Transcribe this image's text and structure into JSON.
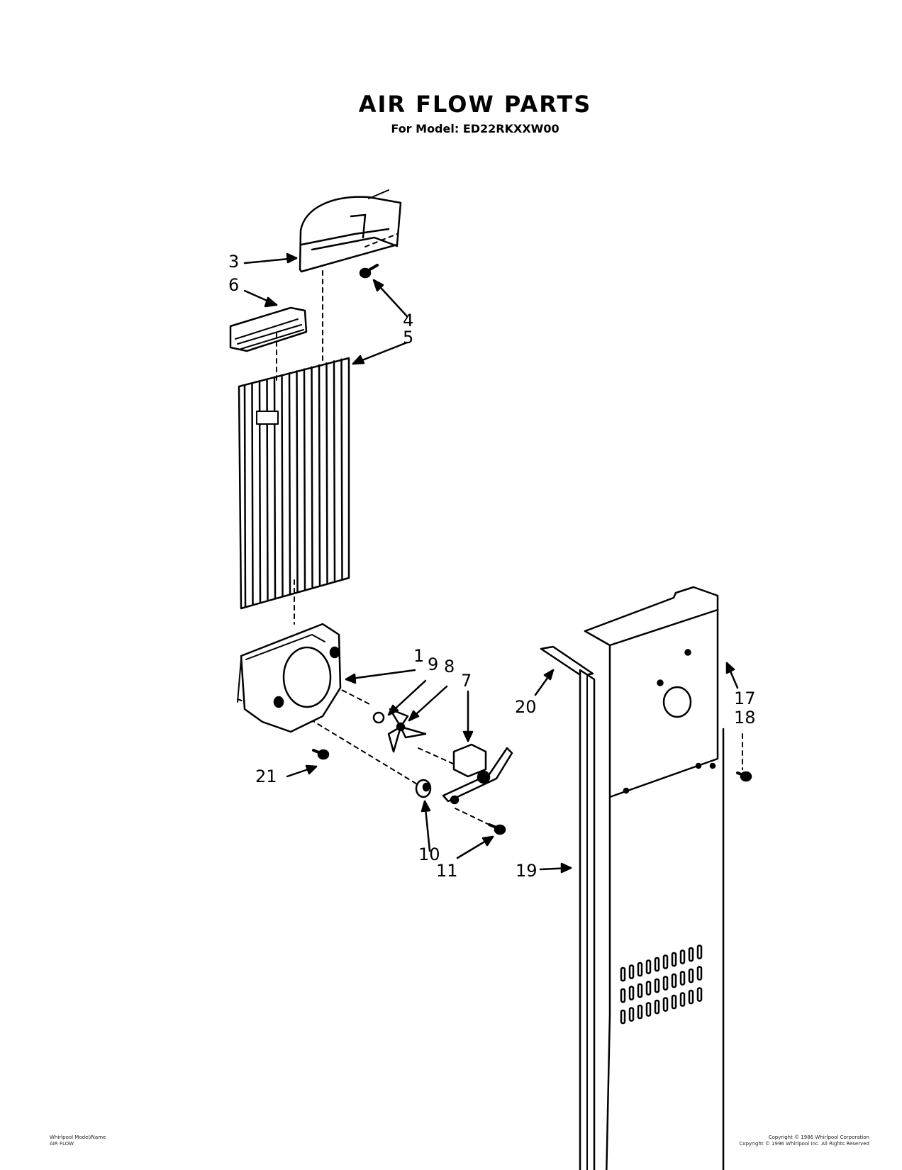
{
  "header": {
    "title": "AIR FLOW PARTS",
    "subtitle": "For Model: ED22RKXXW00"
  },
  "callouts": [
    "1",
    "3",
    "4",
    "5",
    "6",
    "7",
    "8",
    "9",
    "10",
    "11",
    "17",
    "18",
    "19",
    "20",
    "21"
  ],
  "footer": {
    "left_line1": "Whirlpool Model/Name",
    "left_line2": "AIR FLOW",
    "right_line1": "Copyright © 1986 Whirlpool Corporation",
    "right_line2": "Copyright © 1996 Whirlpool Inc. All Rights Reserved"
  }
}
